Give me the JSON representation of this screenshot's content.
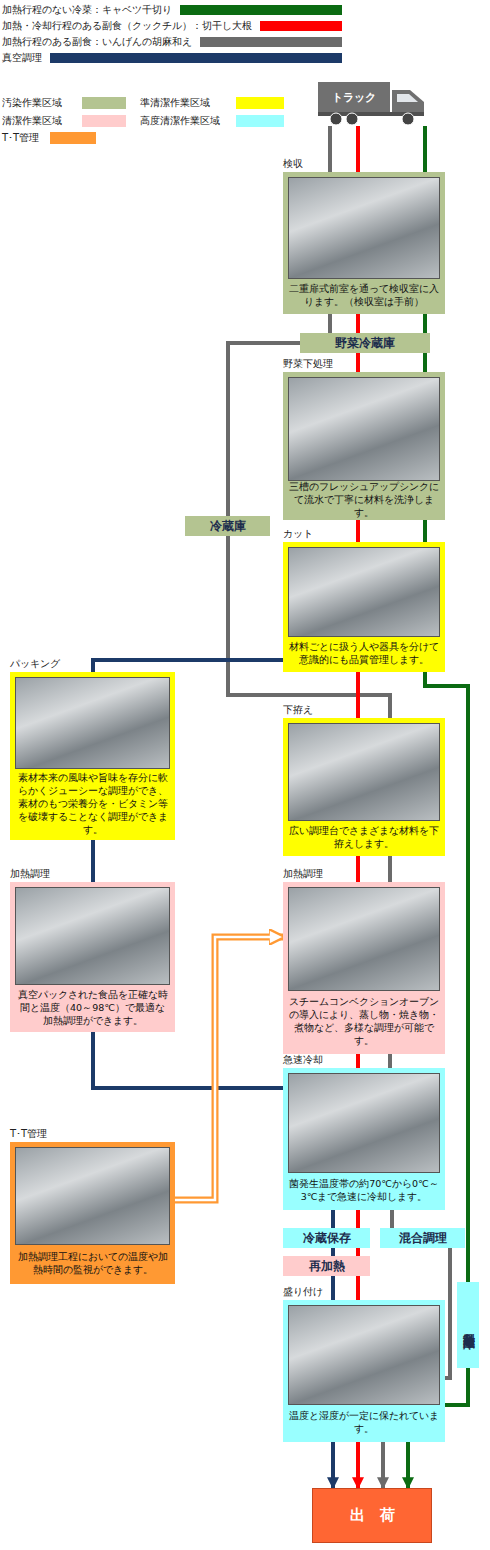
{
  "diagram": {
    "nodes": [
      {
        "text": [
          "トラック"
        ]
      },
      {
        "text": [
          "検収",
          "二重扉式前室を通って検収室に入ります。（検収室は手前）"
        ]
      },
      {
        "text": [
          "野菜冷蔵庫"
        ]
      },
      {
        "text": [
          "野菜下処理",
          "三槽のフレッシュアップシンクにて流水で丁寧に材料を洗浄します。"
        ]
      },
      {
        "text": [
          "冷蔵庫"
        ]
      },
      {
        "text": [
          "カット",
          "材料ごとに扱う人や器具を分けて意識的にも品質管理します。"
        ]
      },
      {
        "text": [
          "パッキング",
          "素材本来の風味や旨味を存分に軟らかくジューシーな調理ができ、素材のもつ栄養分を・ビタミン等を破壊することなく調理ができます。"
        ]
      },
      {
        "text": [
          "下拵え",
          "広い調理台でさまざまな材料を下拵えします。"
        ]
      },
      {
        "text": [
          "加熱調理",
          "真空パックされた食品を正確な時間と温度（40～98℃）で最適な加熱調理ができます。"
        ]
      },
      {
        "text": [
          "加熱調理",
          "スチームコンベクションオーブンの導入により、蒸し物・焼き物・煮物など、多様な調理が可能です。"
        ]
      },
      {
        "text": [
          "急速冷却",
          "菌発生温度帯の約70℃から0℃～3℃まで急速に冷却します。"
        ]
      },
      {
        "text": [
          "T･T管理",
          "加熱調理工程においての温度や加熱時間の監視ができます。"
        ]
      },
      {
        "text": [
          "冷蔵保存"
        ]
      },
      {
        "text": [
          "混合調理"
        ]
      },
      {
        "text": [
          "再加熱"
        ]
      },
      {
        "text": [
          "製品冷蔵庫"
        ]
      },
      {
        "text": [
          "盛り付け",
          "温度と湿度が一定に保たれています。"
        ]
      },
      {
        "text": [
          "出　荷"
        ]
      }
    ],
    "edges": [
      {
        "from": 0,
        "to": 1,
        "arrow": "none"
      },
      {
        "from": 0,
        "to": 1,
        "arrow": "none"
      },
      {
        "from": 0,
        "to": 1,
        "arrow": "none"
      },
      {
        "from": 1,
        "to": 2,
        "arrow": "none"
      },
      {
        "from": 1,
        "to": 2,
        "arrow": "none"
      },
      {
        "from": 1,
        "to": 2,
        "arrow": "none"
      },
      {
        "from": 2,
        "to": 4,
        "arrow": "none"
      },
      {
        "from": 2,
        "to": 3,
        "arrow": "none"
      },
      {
        "from": 2,
        "to": 3,
        "arrow": "none"
      },
      {
        "from": 4,
        "to": 7,
        "arrow": "none"
      },
      {
        "from": 3,
        "to": 5,
        "arrow": "none"
      },
      {
        "from": 3,
        "to": 5,
        "arrow": "none"
      },
      {
        "from": 5,
        "to": 6,
        "arrow": "none"
      },
      {
        "from": 5,
        "to": 7,
        "arrow": "none"
      },
      {
        "from": 5,
        "to": 15,
        "arrow": "none"
      },
      {
        "from": 7,
        "to": 9,
        "arrow": "none"
      },
      {
        "from": 7,
        "to": 9,
        "arrow": "none"
      },
      {
        "from": 6,
        "to": 8,
        "arrow": "none"
      },
      {
        "from": 9,
        "to": 10,
        "arrow": "none"
      },
      {
        "from": 9,
        "to": 10,
        "arrow": "none"
      },
      {
        "from": 8,
        "to": 10,
        "arrow": "none"
      },
      {
        "from": 11,
        "to": 9,
        "arrow": "to"
      },
      {
        "from": 10,
        "to": 12,
        "arrow": "none"
      },
      {
        "from": 10,
        "to": 12,
        "arrow": "none"
      },
      {
        "from": 10,
        "to": 13,
        "arrow": "none"
      },
      {
        "from": 12,
        "to": 14,
        "arrow": "none"
      },
      {
        "from": 12,
        "to": 14,
        "arrow": "none"
      },
      {
        "from": 14,
        "to": 16,
        "arrow": "none"
      },
      {
        "from": 14,
        "to": 16,
        "arrow": "none"
      },
      {
        "from": 13,
        "to": 16,
        "arrow": "none"
      },
      {
        "from": 15,
        "to": 16,
        "arrow": "none"
      },
      {
        "from": 16,
        "to": 17,
        "arrow": "to"
      },
      {
        "from": 16,
        "to": 17,
        "arrow": "to"
      },
      {
        "from": 16,
        "to": 17,
        "arrow": "to"
      },
      {
        "from": 16,
        "to": 17,
        "arrow": "to"
      }
    ],
    "legend": [
      {
        "text": "加熱行程のない冷菜：キャベツ千切り",
        "color": "#0b6b12"
      },
      {
        "text": "加熱・冷却行程のある副食（クックチル）：切干し大根",
        "color": "#ff0000"
      },
      {
        "text": "加熱行程のある副食：いんげんの胡麻和え",
        "color": "#6b6b6b"
      },
      {
        "text": "真空調理",
        "color": "#1c3a68"
      },
      {
        "text": "汚染作業区域",
        "color": "#b4c491"
      },
      {
        "text": "準清潔作業区域",
        "color": "#ffff00"
      },
      {
        "text": "清潔作業区域",
        "color": "#ffcccc"
      },
      {
        "text": "高度清潔作業区域",
        "color": "#99ffff"
      },
      {
        "text": "T･T管理",
        "color": "#ff9933"
      }
    ]
  }
}
